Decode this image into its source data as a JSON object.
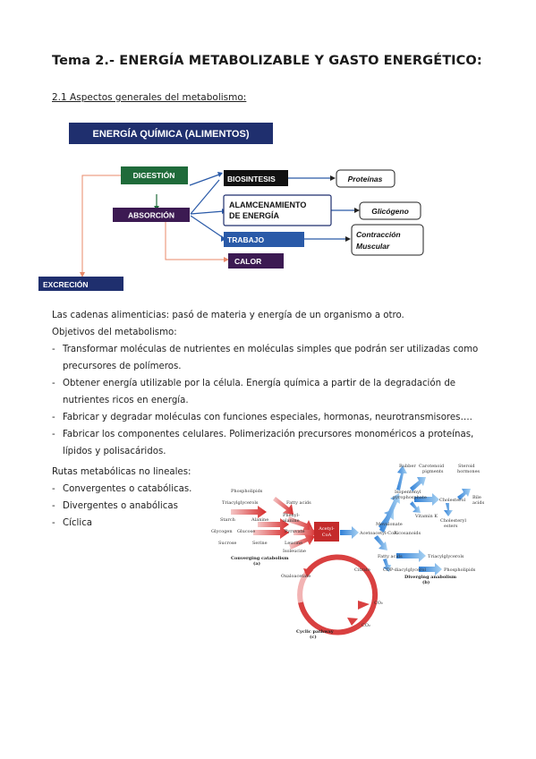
{
  "title": "Tema 2.- ENERGÍA METABOLIZABLE Y GASTO ENERGÉTICO:",
  "subtitle": "2.1 Aspectos generales del metabolismo:",
  "flow": {
    "energia": "ENERGÍA QUÍMICA (ALIMENTOS)",
    "digestion": "DIGESTIÓN",
    "absorcion": "ABSORCIÓN",
    "excrecion": "EXCRECIÓN",
    "biosintesis": "BIOSINTESIS",
    "almacenamiento_1": "ALAMCENAMIENTO",
    "almacenamiento_2": "DE ENERGÍA",
    "trabajo": "TRABAJO",
    "calor": "CALOR",
    "proteinas": "Proteínas",
    "glicogeno": "Glicógeno",
    "contraccion_1": "Contracción",
    "contraccion_2": "Muscular",
    "colors": {
      "navy": "#1f2f6e",
      "green": "#1f6b3a",
      "purple": "#3c1a52",
      "orange": "#e88a6a",
      "blue": "#2a5aa8"
    }
  },
  "text": {
    "p1": "Las cadenas alimenticias: pasó de materia y energía de un organismo a otro.",
    "p2": "Objetivos del metabolismo:",
    "bullets": [
      "Transformar moléculas de nutrientes en moléculas simples que podrán ser utilizadas como precursores de polímeros.",
      "Obtener energía utilizable por la célula. Energía química a partir de la degradación de nutrientes ricos en energía.",
      "Fabricar y degradar moléculas con funciones especiales, hormonas, neurotransmisores….",
      "Fabricar los componentes celulares. Polimerización precursores monoméricos a proteínas, lípidos y polisacáridos."
    ],
    "routes_title": "Rutas metabólicas no lineales:",
    "routes": [
      "Convergentes o catabólicas.",
      "Divergentes o anabólicas",
      "Cíclica"
    ]
  },
  "pathways": {
    "phospholipids": "Phospholipids",
    "triacylglycerols": "Triacylglycerols",
    "fatty_acids": "Fatty acids",
    "starch": "Starch",
    "glycogen": "Glycogen",
    "sucrose": "Sucrose",
    "glucose": "Glucose",
    "alanine": "Alanine",
    "serine": "Serine",
    "phenylalanine_1": "Phenyl-",
    "phenylalanine_2": "alanine",
    "pyruvate": "Pyruvate",
    "leucine": "Leucine",
    "isoleucine": "Isoleucine",
    "acetyl_coa_1": "Acetyl-",
    "acetyl_coa_2": "CoA",
    "converging": "Converging catabolism",
    "converging_tag": "(a)",
    "rubber": "Rubber",
    "carotenoid_1": "Carotenoid",
    "carotenoid_2": "pigments",
    "steroid_1": "Steroid",
    "steroid_2": "hormones",
    "isopentenyl_1": "Isopentenyl",
    "isopentenyl_2": "pyrophosphate",
    "cholesterol": "Cholesterol",
    "bile_1": "Bile",
    "bile_2": "acids",
    "mevalonate": "Mevalonate",
    "vitamin_k": "Vitamin K",
    "cholesteryl_1": "Cholesteryl",
    "cholesteryl_2": "esters",
    "acetoacetyl": "Acetoacetyl-CoA",
    "eicosanoids": "Eicosanoids",
    "fatty_acids_b": "Fatty acids",
    "triacylglycerols_b": "Triacylglycerols",
    "cdp": "CDP-diacylglycerol",
    "phospholipids_b": "Phospholipids",
    "diverging": "Diverging anabolism",
    "diverging_tag": "(b)",
    "oxaloacetate": "Oxaloacetate",
    "citrate": "Citrate",
    "co2_a": "CO₂",
    "co2_b": "CO₂",
    "cyclic": "Cyclic pathway",
    "cyclic_tag": "(c)"
  }
}
